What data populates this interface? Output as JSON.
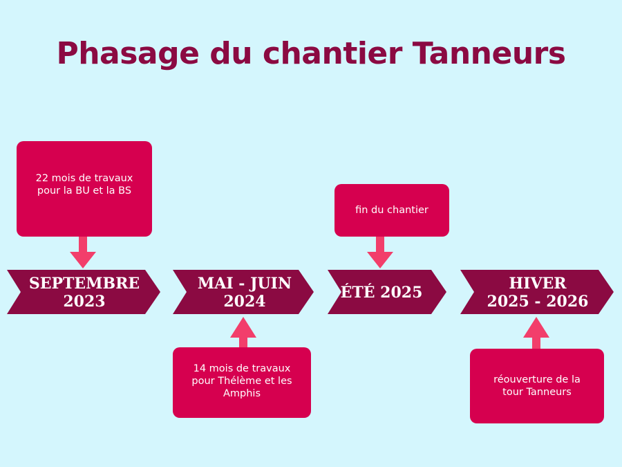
{
  "title": "Phasage du chantier Tanneurs",
  "colors": {
    "background": "#d4f6fd",
    "title": "#8b0a42",
    "phase_banner": "#8b0a42",
    "note_box": "#d6004f",
    "connector_arrow": "#f23e6b",
    "text_on_shapes": "#ffffff"
  },
  "phases": [
    {
      "id": "sep-2023",
      "label_lines": [
        "SEPTEMBRE",
        "2023"
      ],
      "note": {
        "lines": [
          "22 mois de travaux",
          "pour la BU et la BS"
        ],
        "position": "above"
      }
    },
    {
      "id": "mai-juin-2024",
      "label_lines": [
        "MAI - JUIN",
        "2024"
      ],
      "note": {
        "lines": [
          "14 mois de travaux",
          "pour Thélème et les",
          "Amphis"
        ],
        "position": "below"
      }
    },
    {
      "id": "ete-2025",
      "label_lines": [
        "ÉTÉ 2025"
      ],
      "note": {
        "lines": [
          "fin du chantier"
        ],
        "position": "above"
      }
    },
    {
      "id": "hiver-2025-2026",
      "label_lines": [
        "HIVER",
        "2025 - 2026"
      ],
      "note": {
        "lines": [
          "réouverture de la",
          "tour Tanneurs"
        ],
        "position": "below"
      }
    }
  ]
}
